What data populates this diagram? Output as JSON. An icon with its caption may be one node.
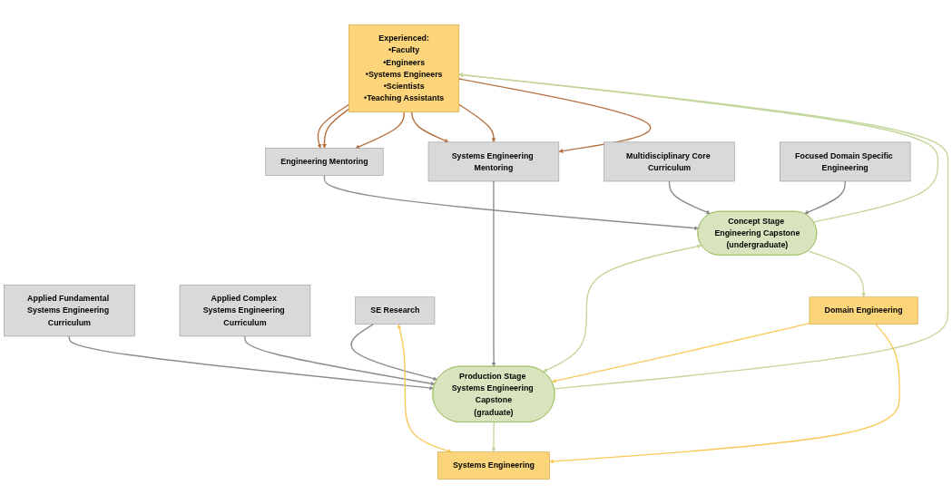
{
  "diagram": {
    "nodes": [
      {
        "text": [
          "Experienced:",
          "•Faculty",
          "•Engineers",
          "•Systems Engineers",
          "•Scientists",
          "•Teaching Assistants"
        ]
      },
      {
        "text": [
          "Systems Engineering Mentoring"
        ]
      },
      {
        "text": [
          "Engineering Mentoring"
        ]
      },
      {
        "text": [
          "Applied Fundamental Systems Engineering Curriculum"
        ]
      },
      {
        "text": [
          "Multidisciplinary Core Curriculum"
        ]
      },
      {
        "text": [
          "Concept Stage Engineering Capstone",
          "(undergraduate)"
        ]
      },
      {
        "text": [
          "Production Stage Systems Engineering Capstone",
          "(graduate)"
        ]
      },
      {
        "text": [
          "Applied Complex Systems Engineering Curriculum"
        ]
      },
      {
        "text": [
          "Focused Domain Specific Engineering"
        ]
      },
      {
        "text": [
          "SE Research"
        ]
      },
      {
        "text": [
          "Domain Engineering"
        ]
      },
      {
        "text": [
          "Systems Engineering"
        ]
      }
    ],
    "edges": [
      {
        "from": 0,
        "to": 2,
        "arrow": "to",
        "color": "#b5703f"
      },
      {
        "from": 0,
        "to": 2,
        "arrow": "to",
        "color": "#b5703f"
      },
      {
        "from": 0,
        "to": 2,
        "arrow": "to",
        "color": "#b5703f"
      },
      {
        "from": 0,
        "to": 1,
        "arrow": "to",
        "color": "#b5703f"
      },
      {
        "from": 0,
        "to": 1,
        "arrow": "to",
        "color": "#b5703f"
      },
      {
        "from": 0,
        "to": 1,
        "arrow": "to",
        "color": "#b5703f"
      },
      {
        "from": 2,
        "to": 5,
        "arrow": "to"
      },
      {
        "from": 4,
        "to": 5,
        "arrow": "to"
      },
      {
        "from": 8,
        "to": 5,
        "arrow": "to"
      },
      {
        "from": 5,
        "to": 0,
        "arrow": "to",
        "color": "#c3d69b"
      },
      {
        "from": 5,
        "to": 6,
        "arrow": "both",
        "color": "#c3d69b"
      },
      {
        "from": 5,
        "to": 10,
        "arrow": "to",
        "color": "#c3d69b"
      },
      {
        "from": 6,
        "to": 0,
        "arrow": "to",
        "color": "#c3d69b"
      },
      {
        "from": 1,
        "to": 6,
        "arrow": "to"
      },
      {
        "from": 3,
        "to": 6,
        "arrow": "to"
      },
      {
        "from": 7,
        "to": 6,
        "arrow": "to"
      },
      {
        "from": 9,
        "to": 6,
        "arrow": "to"
      },
      {
        "from": 10,
        "to": 6,
        "arrow": "to",
        "color": "#fac858"
      },
      {
        "from": 10,
        "to": 11,
        "arrow": "to",
        "color": "#fac858"
      },
      {
        "from": 6,
        "to": 11,
        "arrow": "to",
        "color": "#c3d69b"
      },
      {
        "from": 9,
        "to": 11,
        "arrow": "both",
        "color": "#fac858"
      }
    ]
  }
}
